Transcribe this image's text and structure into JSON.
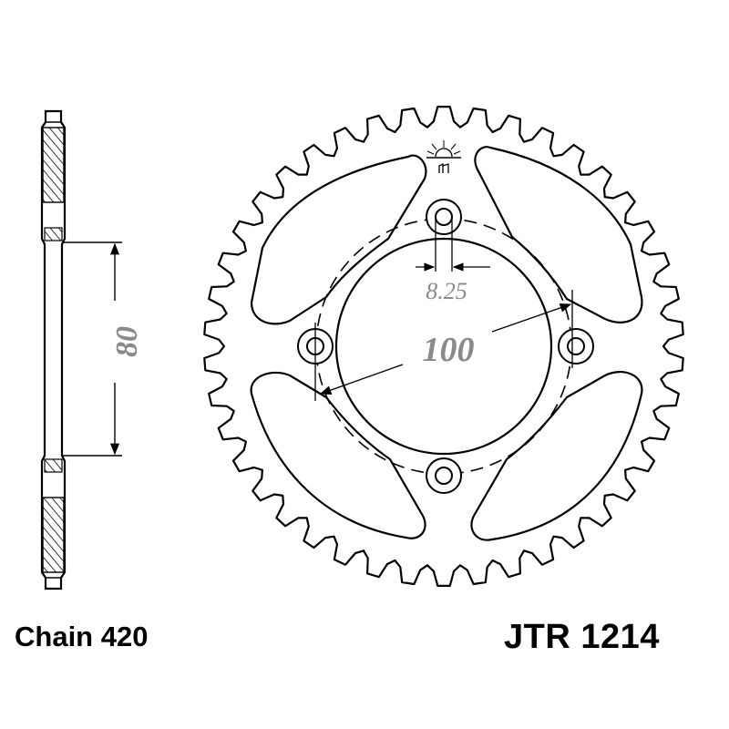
{
  "diagram": {
    "tooth_count": 42,
    "bolt_hole_count": 4,
    "colors": {
      "outline": "#000000",
      "dimension_text": "#8a8a8a",
      "background": "#ffffff"
    }
  },
  "dimensions": {
    "bolt_hole_diameter": "8.25",
    "bolt_circle_diameter": "100",
    "center_bore_diameter": "80"
  },
  "labels": {
    "chain": "Chain 420",
    "part_number": "JTR 1214"
  }
}
